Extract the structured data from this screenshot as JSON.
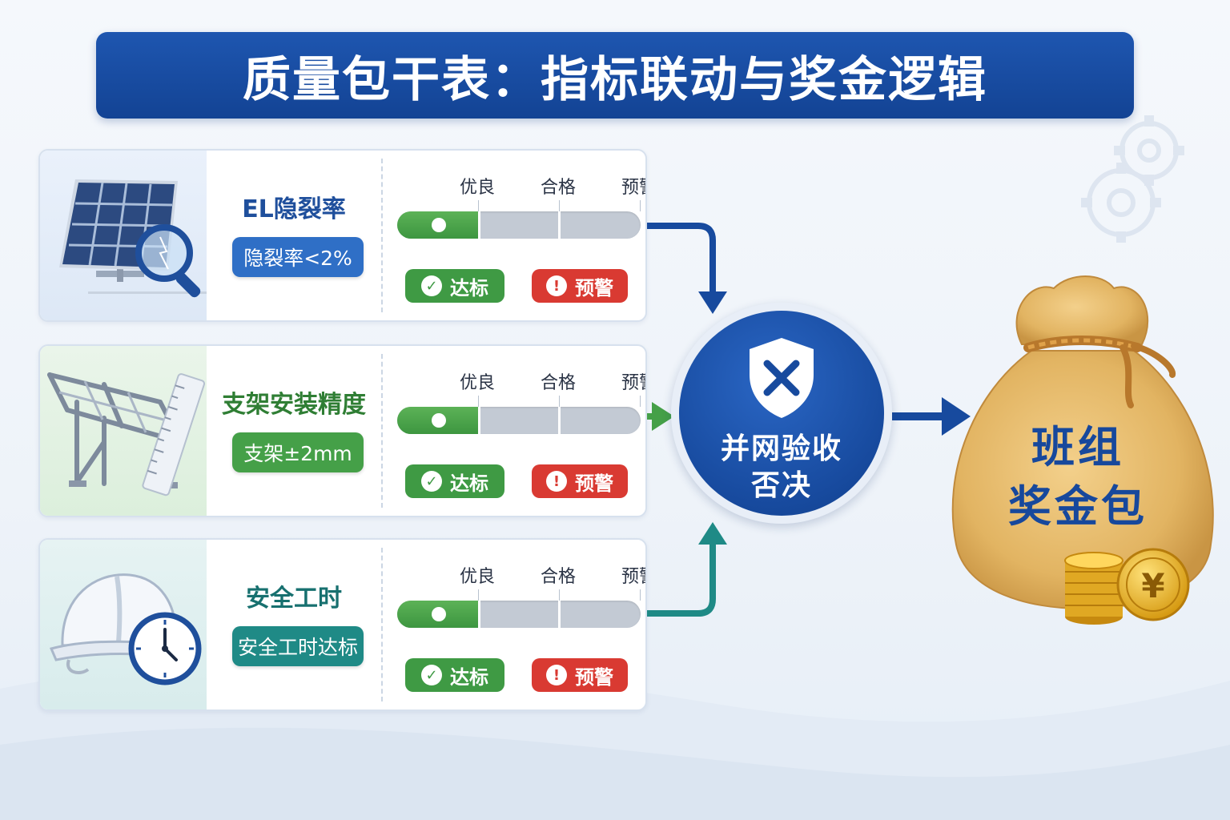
{
  "title": "质量包干表：指标联动与奖金逻辑",
  "scale_labels": [
    "优良",
    "合格",
    "预警"
  ],
  "metrics": [
    {
      "name": "EL隐裂率",
      "criterion": "隐裂率<2%",
      "name_color": "#1f4f9c",
      "badge_color": "#2f6fc6",
      "icon": "solar-panel-magnifier-icon",
      "level": "优良",
      "pass_label": "达标",
      "warn_label": "预警"
    },
    {
      "name": "支架安装精度",
      "criterion": "支架±2mm",
      "name_color": "#2f7e34",
      "badge_color": "#45a048",
      "icon": "mounting-bracket-ruler-icon",
      "level": "优良",
      "pass_label": "达标",
      "warn_label": "预警"
    },
    {
      "name": "安全工时",
      "criterion": "安全工时达标",
      "name_color": "#17706f",
      "badge_color": "#1f8a86",
      "icon": "hardhat-clock-icon",
      "level": "优良",
      "pass_label": "达标",
      "warn_label": "预警"
    }
  ],
  "veto": {
    "line1": "并网验收",
    "line2": "否决",
    "icon": "shield-x-icon"
  },
  "bonus": {
    "line1": "班组",
    "line2": "奖金包",
    "icon": "money-bag-coins-icon",
    "coin_symbol": "¥"
  },
  "colors": {
    "primary_blue": "#174a9e",
    "pass_green": "#3f9a44",
    "warn_red": "#d93a32",
    "bar_gray": "#c3cad4",
    "bag_gold": "#e2b462"
  }
}
